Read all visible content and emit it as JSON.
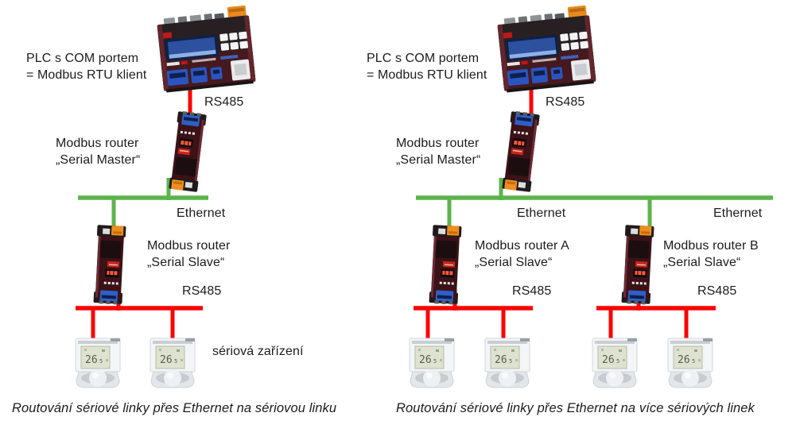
{
  "colors": {
    "ethernet_line": "#5cb44c",
    "serial_line": "#fb0400",
    "text": "#1c1c1c"
  },
  "left_diagram": {
    "plc_label": {
      "line1": "PLC s COM portem",
      "line2": "= Modbus RTU klient"
    },
    "rs485_top": "RS485",
    "master_label": {
      "line1": "Modbus router",
      "line2": "„Serial Master“"
    },
    "ethernet_label": "Ethernet",
    "slave_label": {
      "line1": "Modbus router",
      "line2": "„Serial Slave“"
    },
    "rs485_bottom": "RS485",
    "devices_label": "sériová zařízení",
    "caption": "Routování sériové linky přes Ethernet na sériovou linku"
  },
  "right_diagram": {
    "plc_label": {
      "line1": "PLC s COM portem",
      "line2": "= Modbus RTU klient"
    },
    "rs485_top": "RS485",
    "master_label": {
      "line1": "Modbus router",
      "line2": "„Serial Master“"
    },
    "ethernet_label_1": "Ethernet",
    "ethernet_label_2": "Ethernet",
    "slave_a_label": {
      "line1": "Modbus router A",
      "line2": "„Serial Slave“"
    },
    "slave_b_label": {
      "line1": "Modbus router B",
      "line2": "„Serial Slave“"
    },
    "rs485_a": "RS485",
    "rs485_b": "RS485",
    "caption": "Routování sériové linky přes Ethernet na více sériových linek"
  },
  "devices": {
    "thermostat_reading": "26",
    "thermostat_sub": "5"
  }
}
